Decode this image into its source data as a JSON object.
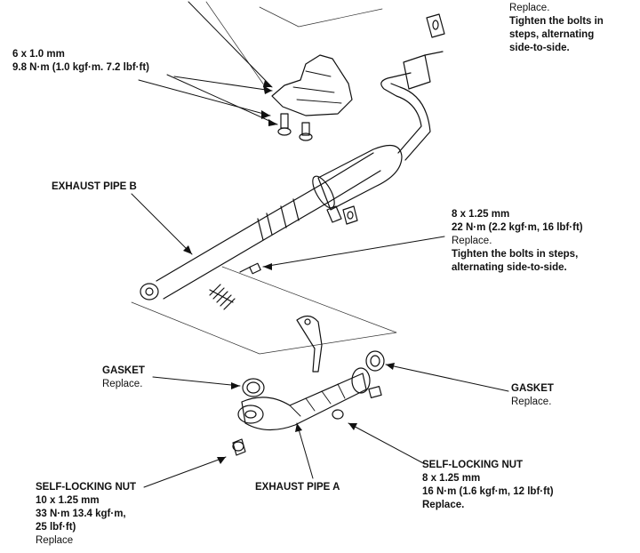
{
  "labels": {
    "top_right": {
      "line1": "Replace.",
      "line2": "Tighten the bolts in",
      "line3": "steps, alternating",
      "line4": "side-to-side."
    },
    "heat_shield_bolt": {
      "line1": "6 x 1.0 mm",
      "line2": "9.8 N·m (1.0 kgf·m. 7.2 lbf·ft)"
    },
    "exhaust_pipe_b": "EXHAUST PIPE B",
    "flange_bolt": {
      "line1": "8 x 1.25 mm",
      "line2": "22 N·m (2.2 kgf·m, 16 lbf·ft)",
      "line3": "Replace.",
      "line4": "Tighten the bolts in steps,",
      "line5": "alternating side-to-side."
    },
    "gasket_left": {
      "line1": "GASKET",
      "line2": "Replace."
    },
    "gasket_right": {
      "line1": "GASKET",
      "line2": "Replace."
    },
    "nut_left": {
      "line1": "SELF-LOCKING NUT",
      "line2": "10 x 1.25 mm",
      "line3": "33 N·m 13.4 kgf·m,",
      "line4": "25 lbf·ft)",
      "line5": "Replace"
    },
    "exhaust_pipe_a": "EXHAUST PIPE A",
    "nut_right": {
      "line1": "SELF-LOCKING NUT",
      "line2": "8 x 1.25 mm",
      "line3": "16 N·m (1.6 kgf·m, 12 lbf·ft)",
      "line4": "Replace."
    }
  }
}
